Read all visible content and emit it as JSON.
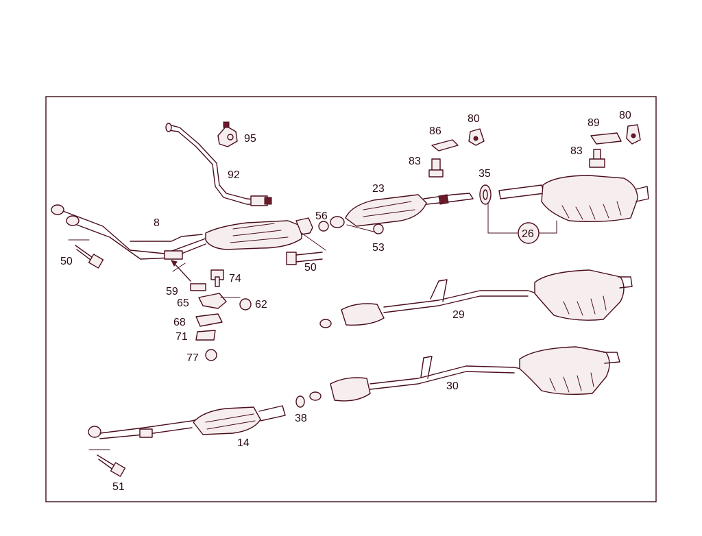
{
  "callouts": [
    {
      "id": "c95",
      "label": "95"
    },
    {
      "id": "c92",
      "label": "92"
    },
    {
      "id": "c8",
      "label": "8"
    },
    {
      "id": "c50a",
      "label": "50"
    },
    {
      "id": "c50b",
      "label": "50"
    },
    {
      "id": "c56",
      "label": "56"
    },
    {
      "id": "c53",
      "label": "53"
    },
    {
      "id": "c23",
      "label": "23"
    },
    {
      "id": "c86",
      "label": "86"
    },
    {
      "id": "c80a",
      "label": "80"
    },
    {
      "id": "c83a",
      "label": "83"
    },
    {
      "id": "c35",
      "label": "35"
    },
    {
      "id": "c89",
      "label": "89"
    },
    {
      "id": "c80b",
      "label": "80"
    },
    {
      "id": "c83b",
      "label": "83"
    },
    {
      "id": "c26",
      "label": "26"
    },
    {
      "id": "c74",
      "label": "74"
    },
    {
      "id": "c59",
      "label": "59"
    },
    {
      "id": "c65",
      "label": "65"
    },
    {
      "id": "c62",
      "label": "62"
    },
    {
      "id": "c68",
      "label": "68"
    },
    {
      "id": "c71",
      "label": "71"
    },
    {
      "id": "c77",
      "label": "77"
    },
    {
      "id": "c29",
      "label": "29"
    },
    {
      "id": "c30",
      "label": "30"
    },
    {
      "id": "c38",
      "label": "38"
    },
    {
      "id": "c14",
      "label": "14"
    },
    {
      "id": "c51",
      "label": "51"
    }
  ]
}
